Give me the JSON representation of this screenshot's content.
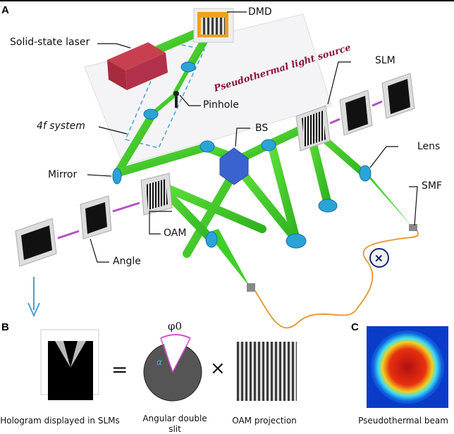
{
  "panels": {
    "a": "A",
    "b": "B",
    "c": "C"
  },
  "labels": {
    "dmd": "DMD",
    "laser": "Solid-state laser",
    "plate": "Pseudothermal light source",
    "pinhole": "Pinhole",
    "slm": "SLM",
    "four_f": "4f system",
    "bs": "BS",
    "lens": "Lens",
    "mirror": "Mirror",
    "smf": "SMF",
    "oam": "OAM",
    "angle": "Angle"
  },
  "panel_b": {
    "hologram_caption": "Hologram displayed in SLMs",
    "equals": "=",
    "times": "×",
    "phi_label": "φ0",
    "alpha_label": "α",
    "double_slit_caption_line1": "Angular double",
    "double_slit_caption_line2": "slit",
    "oam_caption": "OAM projection"
  },
  "panel_c": {
    "caption": "Pseudothermal beam"
  },
  "colors": {
    "beam": "#3ecf2a",
    "laser": "#b32a45",
    "optic": "#2aa3d6",
    "fiber": "#e6952e",
    "arrow": "#b44fc4",
    "dmd_frame": "#f0a020"
  }
}
